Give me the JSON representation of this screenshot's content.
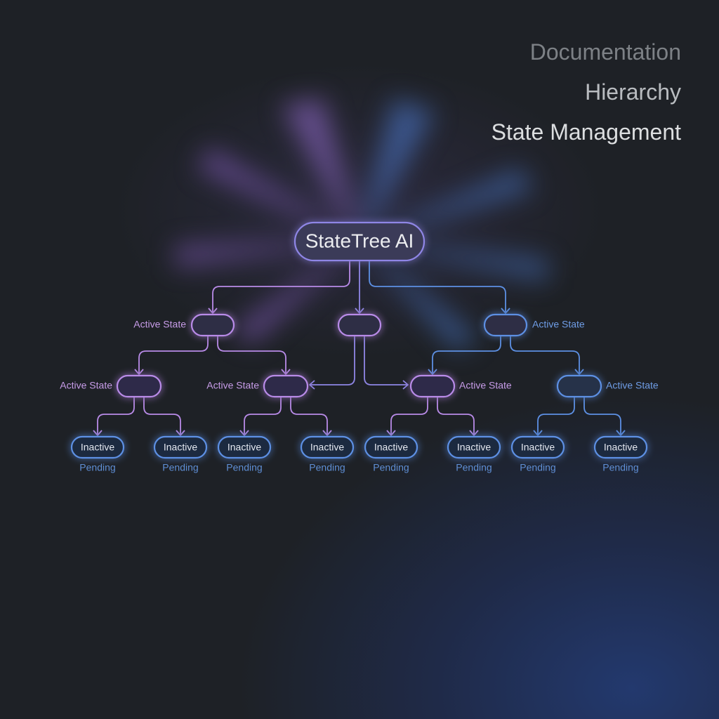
{
  "menu": [
    "Documentation",
    "Hierarchy",
    "State Management"
  ],
  "colors": {
    "purple": "#b98be8",
    "blue": "#5d90e4",
    "label_purple": "#c79ce8",
    "label_blue": "#6f9de6",
    "root_text": "#ecedf0",
    "leaf_text": "#e4e8f0",
    "pending": "#5f8fd6"
  },
  "root": {
    "label": "StateTree AI"
  },
  "level1": [
    {
      "label": "Active State",
      "color": "purple",
      "label_side": "left"
    },
    {
      "label": "",
      "color": "purple",
      "label_side": "none"
    },
    {
      "label": "Active State",
      "color": "blue",
      "label_side": "right"
    }
  ],
  "level2": [
    {
      "label": "Active State",
      "color": "purple",
      "label_side": "left",
      "parent": 0
    },
    {
      "label": "Active State",
      "color": "purple",
      "label_side": "left",
      "parent": 0
    },
    {
      "label": "Active State",
      "color": "purple",
      "label_side": "right",
      "parent": 2
    },
    {
      "label": "Active State",
      "color": "blue",
      "label_side": "right",
      "parent": 2
    }
  ],
  "leaves": [
    {
      "label": "Inactive",
      "sub": "Pending"
    },
    {
      "label": "Inactive",
      "sub": "Pending"
    },
    {
      "label": "Inactive",
      "sub": "Pending"
    },
    {
      "label": "Inactive",
      "sub": "Pending"
    },
    {
      "label": "Inactive",
      "sub": "Pending"
    },
    {
      "label": "Inactive",
      "sub": "Pending"
    },
    {
      "label": "Inactive",
      "sub": "Pending"
    },
    {
      "label": "Inactive",
      "sub": "Pending"
    }
  ]
}
